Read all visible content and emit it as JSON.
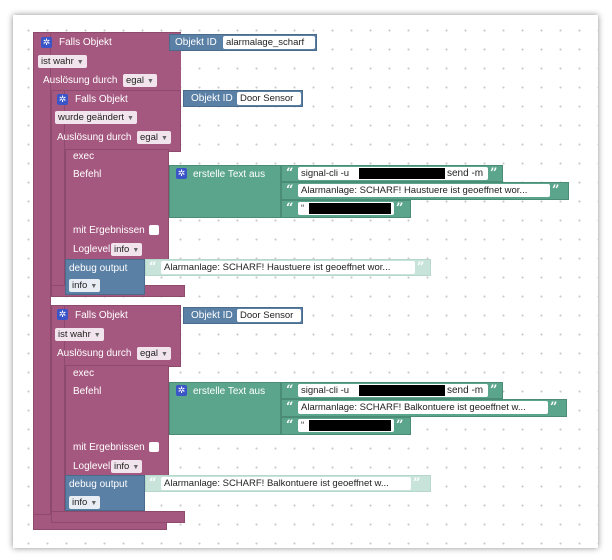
{
  "outer": {
    "title": "Falls Objekt",
    "trigger": "ist wahr",
    "trigger_label": "Auslösung durch",
    "trigger_value": "egal",
    "objekt_label": "Objekt ID",
    "objekt_value": "alarmalage_scharf"
  },
  "inner1": {
    "title": "Falls Objekt",
    "trigger": "wurde geändert",
    "trigger_label": "Auslösung durch",
    "trigger_value": "egal",
    "objekt_label": "Objekt ID",
    "objekt_value": "Door Sensor",
    "exec_label": "exec",
    "befehl_label": "Befehl",
    "ergebnis_label": "mit Ergebnissen",
    "loglevel_label": "Loglevel",
    "loglevel_value": "info",
    "text_block": "erstelle Text aus",
    "cmd_part1": "signal-cli -u",
    "cmd_part2": "send -m",
    "message": "Alarmanlage: SCHARF! Haustuere ist geoeffnet wor...",
    "recipient_quote": "“",
    "debug_label": "debug output",
    "debug_message": "Alarmanlage: SCHARF! Haustuere ist geoeffnet wor...",
    "debug_level": "info"
  },
  "inner2": {
    "title": "Falls Objekt",
    "trigger": "ist wahr",
    "trigger_label": "Auslösung durch",
    "trigger_value": "egal",
    "objekt_label": "Objekt ID",
    "objekt_value": "Door Sensor",
    "exec_label": "exec",
    "befehl_label": "Befehl",
    "ergebnis_label": "mit Ergebnissen",
    "loglevel_label": "Loglevel",
    "loglevel_value": "info",
    "text_block": "erstelle Text aus",
    "cmd_part1": "signal-cli -u",
    "cmd_part2": "send -m",
    "message": "Alarmanlage: SCHARF! Balkontuere ist geoeffnet w...",
    "recipient_quote": "“",
    "debug_label": "debug output",
    "debug_message": "Alarmanlage: SCHARF! Balkontuere ist geoeffnet w...",
    "debug_level": "info"
  },
  "colors": {
    "trigger": "#a5587f",
    "objekt": "#5b80a5",
    "text": "#5ba58c",
    "gear": "#3a55c8"
  },
  "icons": {
    "settings": "gear-icon",
    "open_quote": "open-quote-icon",
    "close_quote": "close-quote-icon",
    "dropdown": "caret-down-icon"
  }
}
